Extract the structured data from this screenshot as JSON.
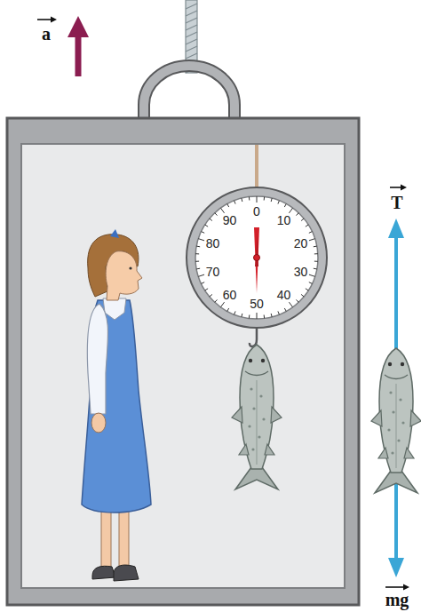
{
  "diagram": {
    "labels": [
      "a",
      "0",
      "10",
      "20",
      "30",
      "40",
      "50",
      "60",
      "70",
      "80",
      "90",
      "T",
      "mg"
    ]
  }
}
